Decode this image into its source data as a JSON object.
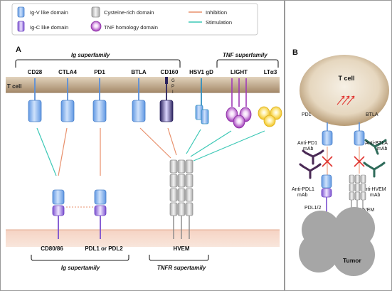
{
  "legend": {
    "igv": "Ig-V like domain",
    "igc": "Ig-C like domain",
    "cys": "Cysteine-rich domain",
    "tnf": "TNF homology domain",
    "inhibition": "Inhibition",
    "stimulation": "Stimulation"
  },
  "panelA": {
    "label": "A",
    "top_family_ig": "Ig superfamily",
    "top_family_tnf": "TNF superfamily",
    "tcell": "T cell",
    "receptors": [
      "CD28",
      "CTLA4",
      "PD1",
      "BTLA",
      "CD160",
      "HSV1 gD",
      "LIGHT",
      "LTα3"
    ],
    "gpi": [
      "G",
      "P",
      "I"
    ],
    "ligands": [
      "CD80/86",
      "PDL1 or PDL2",
      "HVEM"
    ],
    "bottom_family_ig": "Ig supertamily",
    "bottom_family_tnfr": "TNFR supertamily"
  },
  "panelB": {
    "label": "B",
    "tcell": "T cell",
    "pd1": "PD1",
    "btla": "BTLA",
    "anti_pd1": [
      "Anti-PD1",
      "mAb"
    ],
    "anti_btla": [
      "Anti-BTLA",
      "mAb"
    ],
    "anti_pdl1": [
      "Anti-PDL1",
      "mAb"
    ],
    "anti_hvem": [
      "Anti-HVEM",
      "mAb"
    ],
    "pdl": "PDL1/2",
    "hvem": "HVEM",
    "tumor": "Tumor"
  },
  "colors": {
    "inhibition": "#e8906c",
    "stimulation": "#3cc8b6",
    "igv": "#7fb3ee",
    "igc": "#a889e0",
    "tnf": "#b459c9",
    "lta": "#f2d23c",
    "tumor": "#a6a6a6",
    "cys": "#dcdcdc"
  }
}
